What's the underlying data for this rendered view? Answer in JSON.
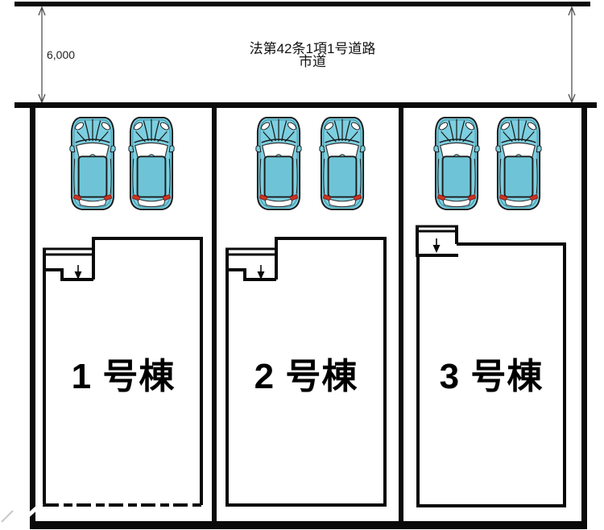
{
  "road": {
    "name": "法第42条1項1号道路",
    "type": "市道",
    "width_label": "6,000"
  },
  "lots": [
    {
      "building_label": "1 号棟",
      "parked_cars": 2
    },
    {
      "building_label": "2 号棟",
      "parked_cars": 2
    },
    {
      "building_label": "3 号棟",
      "parked_cars": 2
    }
  ],
  "parking": {
    "total_cars": 6
  },
  "colors": {
    "background": "#ffffff",
    "line": "#0a0a0a",
    "car_body": "#7ccfe0",
    "car_roof": "#6ec4d6",
    "car_glass": "#ffffff",
    "car_taillight": "#cc3322"
  }
}
